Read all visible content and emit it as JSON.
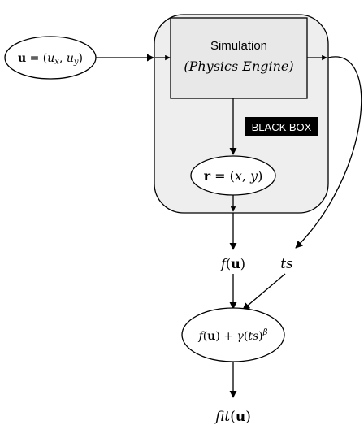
{
  "nodes": {
    "input": {
      "label": "u = (u_x, u_y)"
    },
    "simulation": {
      "title": "Simulation",
      "subtitle": "(Physics Engine)"
    },
    "black_box": {
      "label": "BLACK BOX"
    },
    "output_r": {
      "label": "r = (x, y)"
    },
    "f_u": {
      "label": "f(u)"
    },
    "ts": {
      "label": "ts"
    },
    "combine": {
      "label": "f(u) + γ(ts)^β"
    },
    "fitness": {
      "label": "fit(u)"
    }
  },
  "colors": {
    "stroke": "#000000",
    "box_fill": "#eeeeee",
    "badge_fill": "#000000",
    "badge_text": "#ffffff"
  }
}
